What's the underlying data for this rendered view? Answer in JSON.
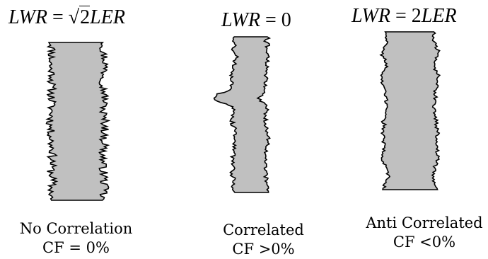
{
  "panels": [
    {
      "formula": {
        "lhs": "LWR",
        "eq": "=",
        "sqrt_arg": "2",
        "rhs": "LER"
      },
      "caption_line1": "No Correlation",
      "caption_line2": "CF = 0%"
    },
    {
      "formula": {
        "lhs": "LWR",
        "eq": "=",
        "value": "0"
      },
      "caption_line1": "Correlated",
      "caption_line2": "CF >0%"
    },
    {
      "formula": {
        "lhs": "LWR",
        "eq": "=",
        "coef": "2",
        "rhs": "LER"
      },
      "caption_line1": "Anti Correlated",
      "caption_line2": "CF <0%"
    }
  ],
  "colors": {
    "line_fill": "#c0c0c0",
    "edge_stroke": "#000000"
  }
}
